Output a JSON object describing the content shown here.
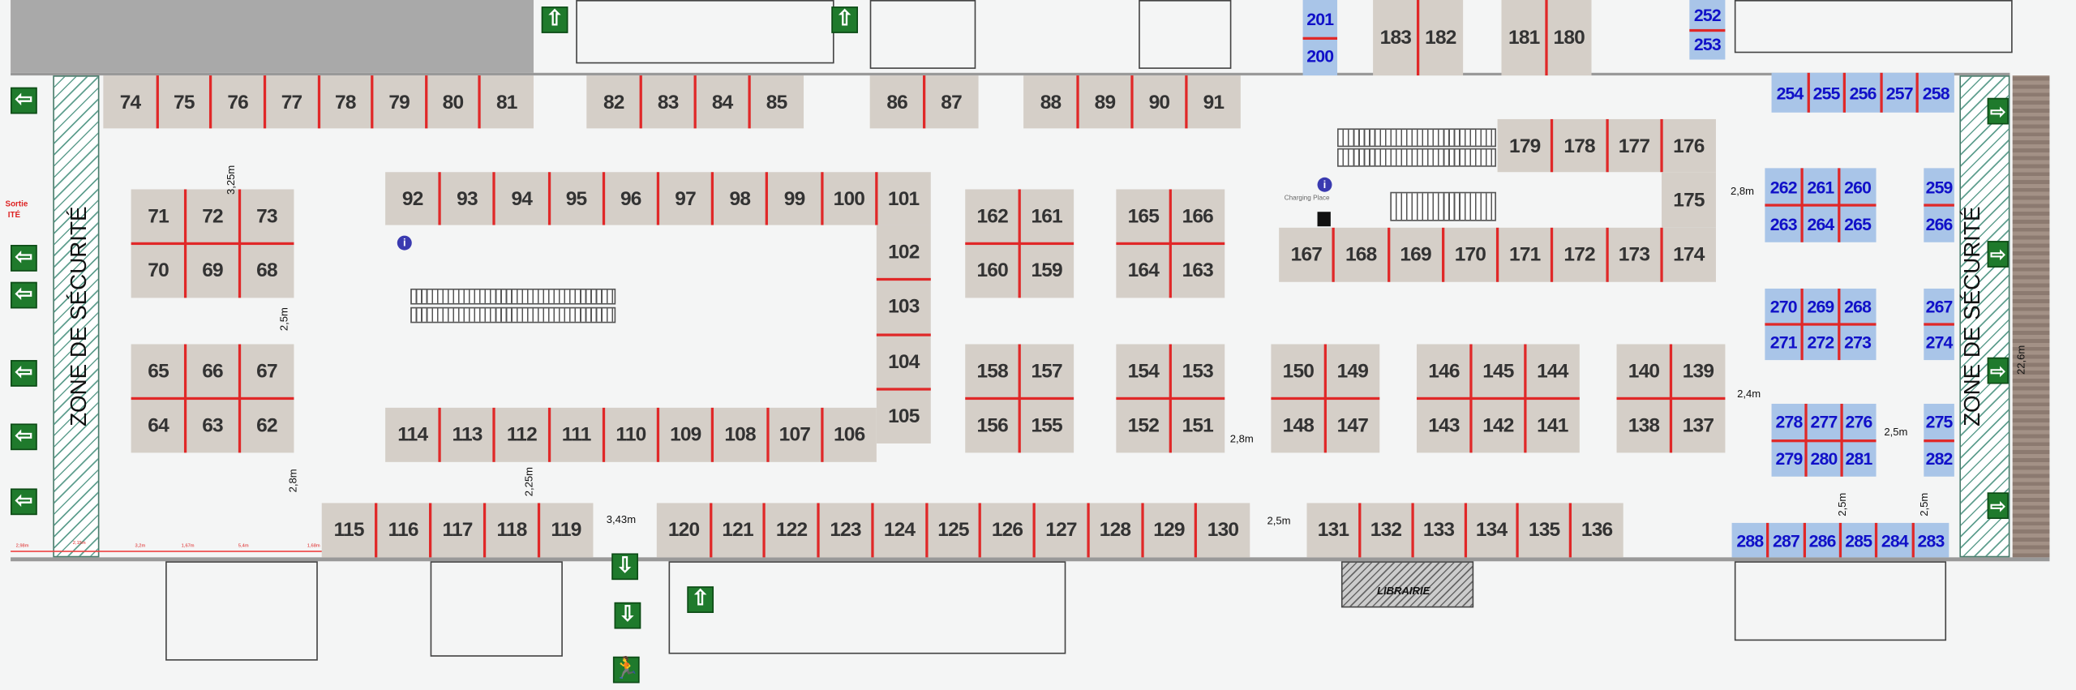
{
  "title_labels": {
    "zone_left": "ZONE DE SÉCURITÉ",
    "zone_right": "ZONE DE SÉCURITÉ",
    "librairie": "LIBRAIRIE",
    "charging": "Charging Place",
    "sortie_1": "Sortie",
    "sortie_2": "ITÉ"
  },
  "booth_groups": [
    {
      "id": "top74",
      "booths": [
        "74",
        "75",
        "76",
        "77",
        "78",
        "79",
        "80",
        "81"
      ]
    },
    {
      "id": "top82",
      "booths": [
        "82",
        "83",
        "84",
        "85"
      ]
    },
    {
      "id": "top86",
      "booths": [
        "86",
        "87"
      ]
    },
    {
      "id": "top88",
      "booths": [
        "88",
        "89",
        "90",
        "91"
      ]
    },
    {
      "id": "top183",
      "booths": [
        "183",
        "182"
      ]
    },
    {
      "id": "top181",
      "booths": [
        "181",
        "180"
      ]
    },
    {
      "id": "top201",
      "booths": [
        "201",
        "200"
      ],
      "color": "blue"
    },
    {
      "id": "top252",
      "booths": [
        "252",
        "253"
      ],
      "color": "blue"
    },
    {
      "id": "g71",
      "booths": [
        "71",
        "72",
        "73",
        "70",
        "69",
        "68"
      ]
    },
    {
      "id": "g65",
      "booths": [
        "65",
        "66",
        "67",
        "64",
        "63",
        "62"
      ]
    },
    {
      "id": "row92",
      "booths": [
        "92",
        "93",
        "94",
        "95",
        "96",
        "97",
        "98",
        "99",
        "100",
        "101"
      ]
    },
    {
      "id": "col102",
      "booths": [
        "102",
        "103",
        "104",
        "105"
      ]
    },
    {
      "id": "row114",
      "booths": [
        "114",
        "113",
        "112",
        "111",
        "110",
        "109",
        "108",
        "107",
        "106"
      ]
    },
    {
      "id": "g162",
      "booths": [
        "162",
        "161",
        "160",
        "159"
      ]
    },
    {
      "id": "g165",
      "booths": [
        "165",
        "166",
        "164",
        "163"
      ]
    },
    {
      "id": "g158",
      "booths": [
        "158",
        "157",
        "156",
        "155"
      ]
    },
    {
      "id": "g154",
      "booths": [
        "154",
        "153",
        "152",
        "151"
      ]
    },
    {
      "id": "g150",
      "booths": [
        "150",
        "149",
        "148",
        "147"
      ]
    },
    {
      "id": "g146",
      "booths": [
        "146",
        "145",
        "144",
        "143",
        "142",
        "141"
      ]
    },
    {
      "id": "g140",
      "booths": [
        "140",
        "139",
        "138",
        "137"
      ]
    },
    {
      "id": "row179",
      "booths": [
        "179",
        "178",
        "177",
        "176"
      ]
    },
    {
      "id": "b175",
      "booths": [
        "175"
      ]
    },
    {
      "id": "row167",
      "booths": [
        "167",
        "168",
        "169",
        "170",
        "171",
        "172",
        "173",
        "174"
      ]
    },
    {
      "id": "row115",
      "booths": [
        "115",
        "116",
        "117",
        "118",
        "119"
      ]
    },
    {
      "id": "row120",
      "booths": [
        "120",
        "121",
        "122",
        "123",
        "124",
        "125",
        "126",
        "127",
        "128",
        "129",
        "130"
      ]
    },
    {
      "id": "row131",
      "booths": [
        "131",
        "132",
        "133",
        "134",
        "135",
        "136"
      ]
    },
    {
      "id": "blue254",
      "booths": [
        "254",
        "255",
        "256",
        "257",
        "258"
      ],
      "color": "blue"
    },
    {
      "id": "blue262",
      "booths": [
        "262",
        "261",
        "260",
        "263",
        "264",
        "265"
      ],
      "color": "blue"
    },
    {
      "id": "blue259",
      "booths": [
        "259",
        "266"
      ],
      "color": "blue"
    },
    {
      "id": "blue270",
      "booths": [
        "270",
        "269",
        "268",
        "271",
        "272",
        "273"
      ],
      "color": "blue"
    },
    {
      "id": "blue267",
      "booths": [
        "267",
        "274"
      ],
      "color": "blue"
    },
    {
      "id": "blue278",
      "booths": [
        "278",
        "277",
        "276",
        "279",
        "280",
        "281"
      ],
      "color": "blue"
    },
    {
      "id": "blue275",
      "booths": [
        "275",
        "282"
      ],
      "color": "blue"
    },
    {
      "id": "blue288",
      "booths": [
        "288",
        "287",
        "286",
        "285",
        "284",
        "283"
      ],
      "color": "blue"
    }
  ],
  "dimensions": [
    "3,25m",
    "2,5m",
    "2,8m",
    "2,25m",
    "3,43m",
    "2,8m",
    "2,5m",
    "2,8m",
    "2,4m",
    "2,5m",
    "2,5m",
    "2,5m",
    "22,6m"
  ],
  "small_dimensions": [
    "2,98m",
    "2,15m",
    "3,2m",
    "1,67m",
    "5,4m",
    "1,68m"
  ],
  "exit_signs": [
    "arrow-left",
    "arrow-left",
    "arrow-left",
    "arrow-left",
    "arrow-left",
    "arrow-left",
    "arrow-up",
    "arrow-up",
    "arrow-up",
    "arrow-down",
    "arrow-down",
    "arrow-right",
    "arrow-right",
    "arrow-right",
    "arrow-right",
    "arrow-right",
    "emergency-exit"
  ],
  "colors": {
    "booth": "#d5cfc8",
    "booth_blue": "#a9c5e8",
    "booth_blue_text": "#1010c8",
    "divider": "#e02828",
    "exit": "#1f7a2c"
  }
}
